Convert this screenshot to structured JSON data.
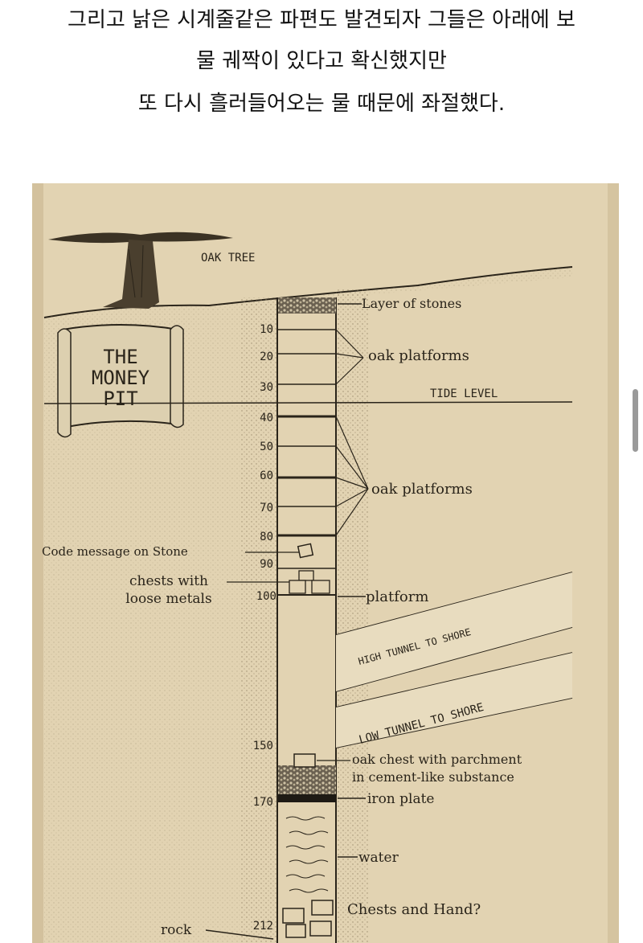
{
  "caption": {
    "line1": "그리고 낡은 시계줄같은 파편도 발견되자 그들은 아래에 보",
    "line2": "물 궤짝이 있다고 확신했지만",
    "line3": "또 다시 흘러들어오는 물 때문에 좌절했다."
  },
  "diagram": {
    "tree": "OAK TREE",
    "sign": [
      "THE",
      "MONEY",
      "PIT"
    ],
    "depths": [
      "10",
      "20",
      "30",
      "40",
      "50",
      "60",
      "70",
      "80",
      "90",
      "100",
      "150",
      "170",
      "212"
    ],
    "labels": {
      "stones": "Layer of stones",
      "oak1": "oak platforms",
      "tide": "TIDE LEVEL",
      "oak2": "oak platforms",
      "code": "Code message on Stone",
      "chests1": "chests with",
      "chests2": "loose metals",
      "platform": "platform",
      "high": "HIGH TUNNEL TO SHORE",
      "low": "LOW TUNNEL TO SHORE",
      "parch1": "oak chest with parchment",
      "parch2": "in cement-like substance",
      "iron": "iron plate",
      "water": "water",
      "hand": "Chests and Hand?",
      "rock": "rock"
    }
  },
  "colors": {
    "paper": "#e2d3b2",
    "ink": "#2a241a"
  }
}
